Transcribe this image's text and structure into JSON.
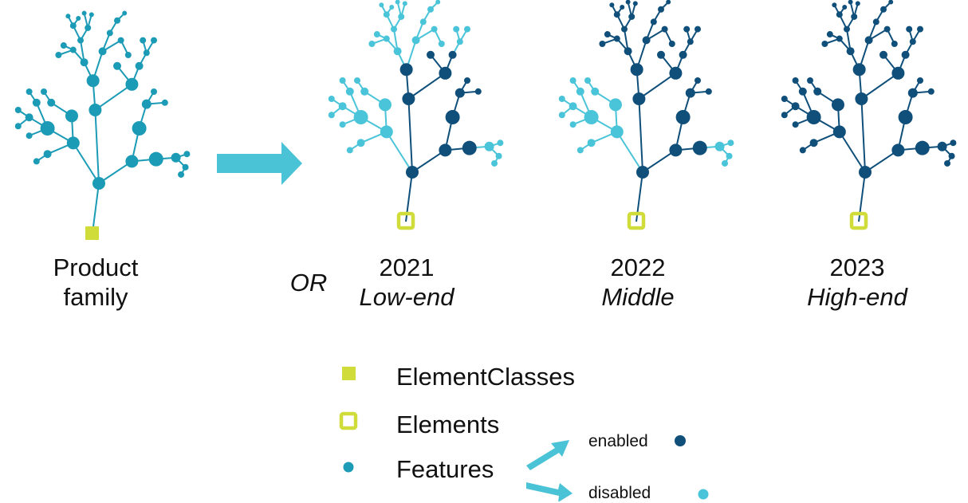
{
  "colors": {
    "feature": "#1b9bb5",
    "enabled": "#0f4f7a",
    "disabled": "#4ac4d8",
    "element_class": "#cfdc3a",
    "arrow": "#4ac3d6"
  },
  "family": {
    "line1": "Product",
    "line2": "family"
  },
  "or_label": "OR",
  "variants": [
    {
      "year": "2021",
      "tier": "Low-end",
      "level": 0
    },
    {
      "year": "2022",
      "tier": "Middle",
      "level": 1
    },
    {
      "year": "2023",
      "tier": "High-end",
      "level": 2
    }
  ],
  "legend": {
    "element_classes": "ElementClasses",
    "elements": "Elements",
    "features": "Features",
    "enabled": "enabled",
    "disabled": "disabled"
  }
}
